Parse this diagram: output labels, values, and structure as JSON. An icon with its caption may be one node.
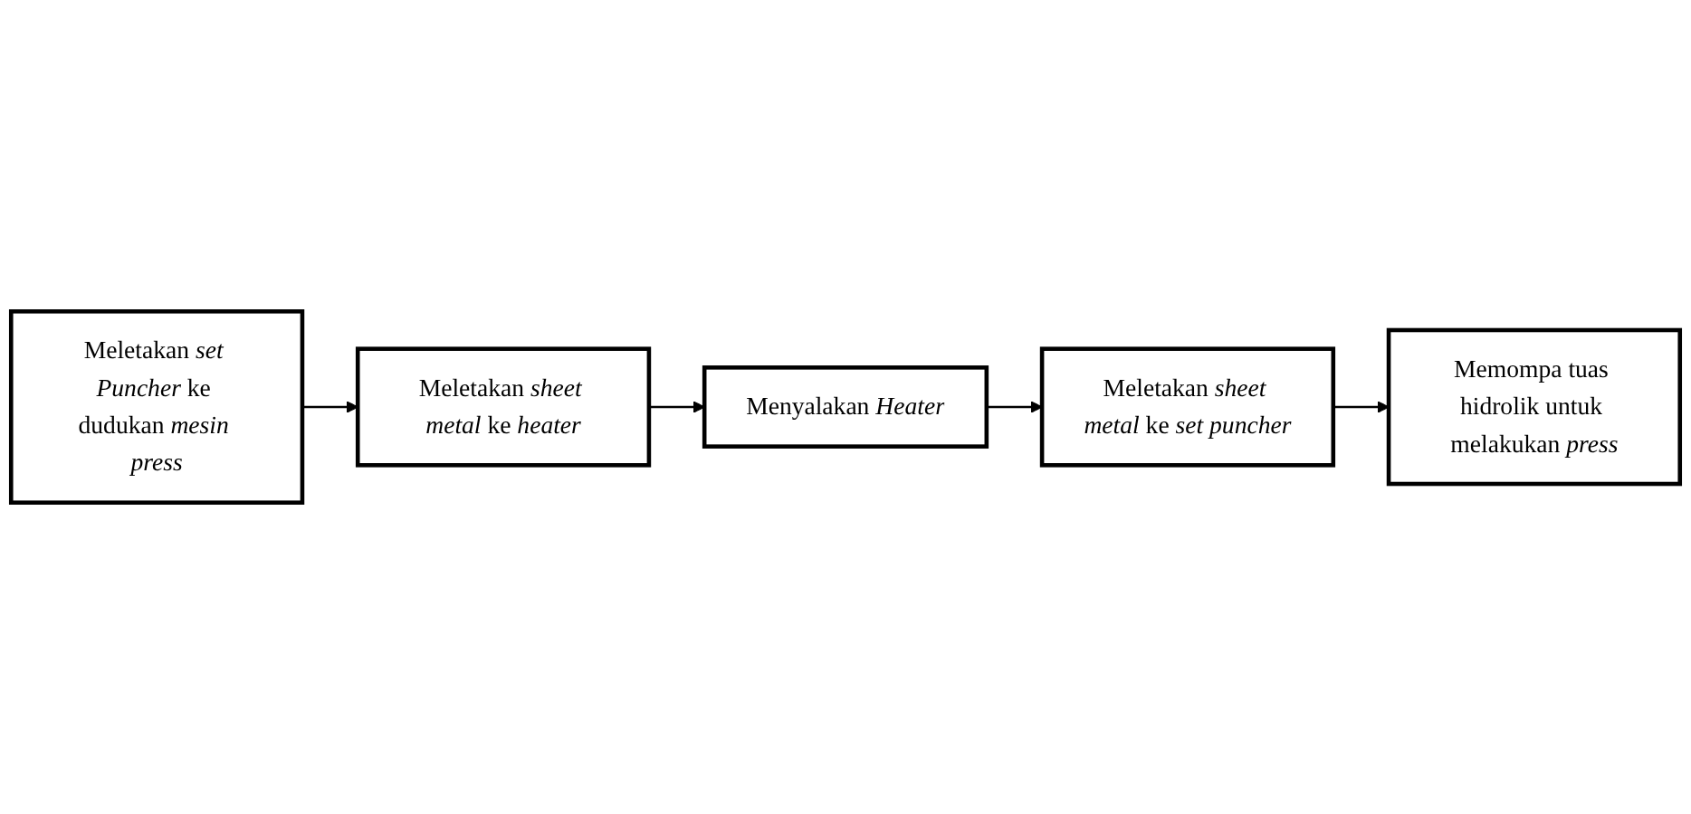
{
  "diagram": {
    "nodes": [
      {
        "text": [
          "Meletakan *set Puncher* ke dudukan *mesin press*"
        ]
      },
      {
        "text": [
          "Meletakan *sheet metal* ke *heater*"
        ]
      },
      {
        "text": [
          "Menyalakan *Heater*"
        ]
      },
      {
        "text": [
          "Memompa tuas hidrolik untuk melakukan *press*"
        ]
      },
      {
        "text": [
          "Meletakan *sheet metal* ke *set puncher*"
        ]
      }
    ],
    "edges": [
      {
        "from": 0,
        "to": 1,
        "arrow": "to"
      },
      {
        "from": 1,
        "to": 2,
        "arrow": "to"
      },
      {
        "from": 2,
        "to": 4,
        "arrow": "to"
      },
      {
        "from": 4,
        "to": 3,
        "arrow": "to"
      }
    ]
  }
}
